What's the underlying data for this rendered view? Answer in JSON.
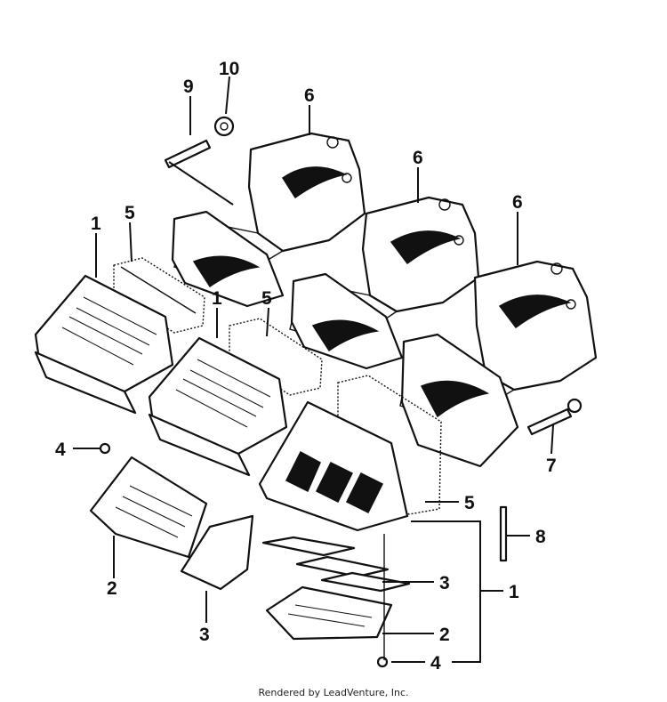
{
  "callouts": {
    "c1a": "1",
    "c1b": "1",
    "c1c": "1",
    "c2a": "2",
    "c2b": "2",
    "c3a": "3",
    "c3b": "3",
    "c4a": "4",
    "c4b": "4",
    "c5a": "5",
    "c5b": "5",
    "c5c": "5",
    "c6a": "6",
    "c6b": "6",
    "c6c": "6",
    "c7": "7",
    "c8": "8",
    "c9": "9",
    "c10": "10"
  },
  "footer": "Rendered by LeadVenture, Inc.",
  "colors": {
    "ink": "#111111",
    "paper": "#ffffff"
  }
}
